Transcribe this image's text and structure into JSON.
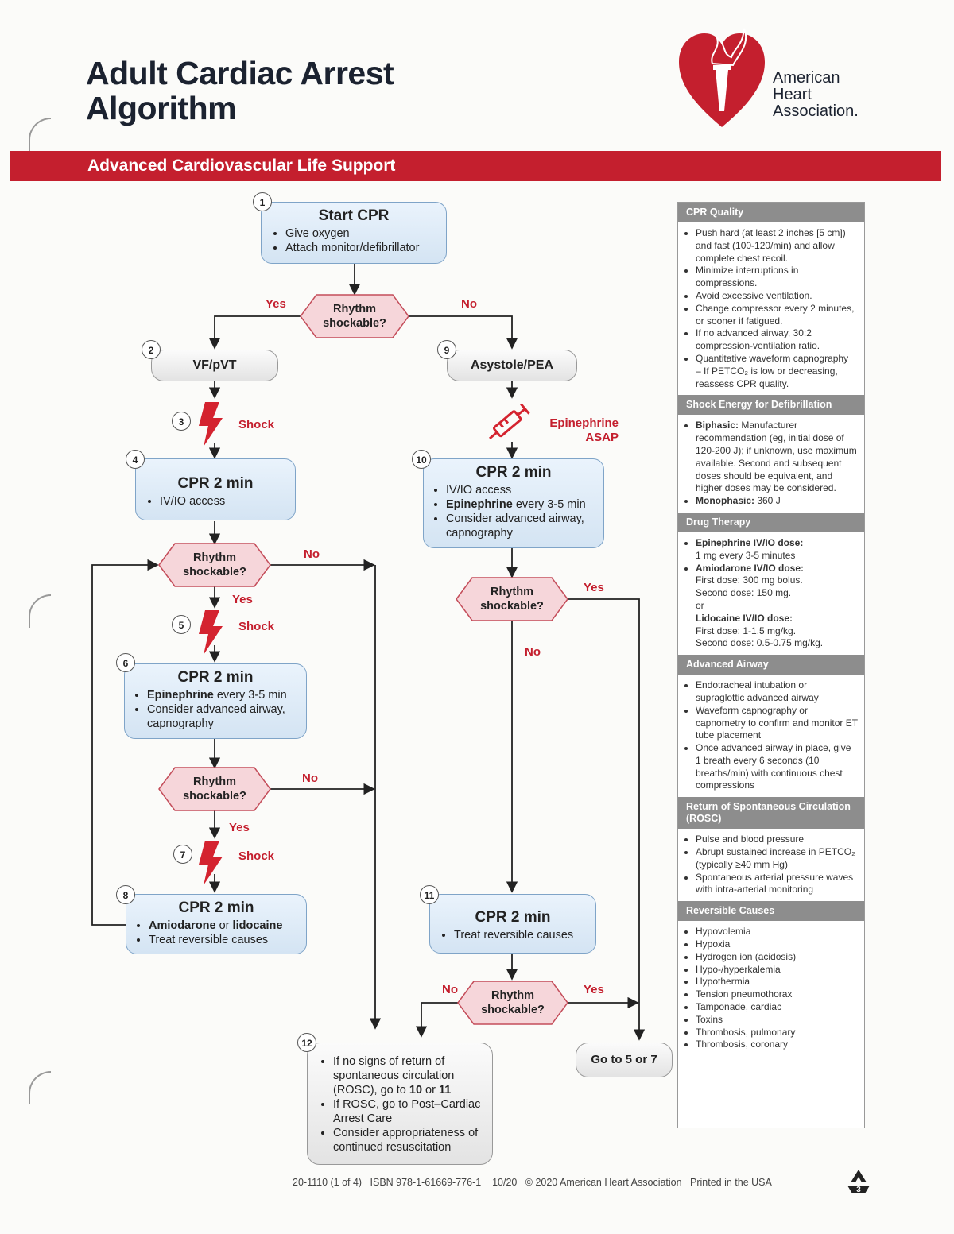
{
  "header": {
    "title_line1": "Adult Cardiac Arrest",
    "title_line2": "Algorithm",
    "banner": "Advanced Cardiovascular Life Support",
    "org_line1": "American",
    "org_line2": "Heart",
    "org_line3": "Association."
  },
  "colors": {
    "red": "#c41f2e",
    "blue_box": "#d4e4f3",
    "gray_header": "#8d8d8d"
  },
  "flow": {
    "n1": {
      "num": "1",
      "title": "Start CPR",
      "items": [
        "Give oxygen",
        "Attach monitor/defibrillator"
      ]
    },
    "d_top": {
      "text1": "Rhythm",
      "text2": "shockable?",
      "yes": "Yes",
      "no": "No"
    },
    "n2": {
      "num": "2",
      "title": "VF/pVT"
    },
    "n3": {
      "num": "3",
      "label": "Shock"
    },
    "n4": {
      "num": "4",
      "title": "CPR 2 min",
      "items": [
        "IV/IO access"
      ]
    },
    "d_a": {
      "text1": "Rhythm",
      "text2": "shockable?",
      "yes": "Yes",
      "no": "No"
    },
    "n5": {
      "num": "5",
      "label": "Shock"
    },
    "n6": {
      "num": "6",
      "title": "CPR 2 min",
      "item1_bold": "Epinephrine",
      "item1_rest": " every 3-5 min",
      "item2": "Consider advanced airway, capnography"
    },
    "d_b": {
      "text1": "Rhythm",
      "text2": "shockable?",
      "yes": "Yes",
      "no": "No"
    },
    "n7": {
      "num": "7",
      "label": "Shock"
    },
    "n8": {
      "num": "8",
      "title": "CPR 2 min",
      "item1_b1": "Amiodarone",
      "item1_mid": " or ",
      "item1_b2": "lidocaine",
      "item2": "Treat reversible causes"
    },
    "n9": {
      "num": "9",
      "title": "Asystole/PEA"
    },
    "epi": {
      "line1": "Epinephrine",
      "line2": "ASAP"
    },
    "n10": {
      "num": "10",
      "title": "CPR 2 min",
      "item1": "IV/IO access",
      "item2_bold": "Epinephrine",
      "item2_rest": " every 3-5 min",
      "item3": "Consider advanced airway, capnography"
    },
    "d_c": {
      "text1": "Rhythm",
      "text2": "shockable?",
      "yes": "Yes",
      "no": "No"
    },
    "n11": {
      "num": "11",
      "title": "CPR 2 min",
      "items": [
        "Treat reversible causes"
      ]
    },
    "d_d": {
      "text1": "Rhythm",
      "text2": "shockable?",
      "yes": "Yes",
      "no": "No"
    },
    "n12": {
      "num": "12",
      "i1a": "If no signs of return of spontaneous circulation (ROSC), go to ",
      "i1b": "10",
      "i1c": " or ",
      "i1d": "11",
      "i2": "If ROSC, go to Post–Cardiac Arrest Care",
      "i3": "Consider appropriateness of continued resuscitation"
    },
    "goto": {
      "text": "Go to 5 or 7"
    }
  },
  "sidebar": {
    "cpr_quality": {
      "title": "CPR Quality",
      "items": [
        "Push hard (at least 2 inches [5 cm]) and fast (100-120/min) and allow complete chest recoil.",
        "Minimize interruptions in compressions.",
        "Avoid excessive ventilation.",
        "Change compressor every 2 minutes, or sooner if fatigued.",
        "If no advanced airway, 30:2 compression-ventilation ratio.",
        "Quantitative waveform capnography"
      ],
      "sub": "– If PETCO₂ is low or decreasing, reassess CPR quality."
    },
    "shock_energy": {
      "title": "Shock Energy for Defibrillation",
      "b1": "Biphasic:",
      "t1": " Manufacturer recommendation (eg, initial dose of 120-200 J); if unknown, use maximum available. Second and subsequent doses should be equivalent, and higher doses may be considered.",
      "b2": "Monophasic:",
      "t2": " 360 J"
    },
    "drug_therapy": {
      "title": "Drug Therapy",
      "b1": "Epinephrine IV/IO dose:",
      "t1": "1 mg every 3-5 minutes",
      "b2": "Amiodarone IV/IO dose:",
      "t2a": "First dose: 300 mg bolus.",
      "t2b": "Second dose: 150 mg.",
      "or": "or",
      "b3": "Lidocaine IV/IO dose:",
      "t3a": "First dose: 1-1.5 mg/kg.",
      "t3b": "Second dose: 0.5-0.75 mg/kg."
    },
    "advanced_airway": {
      "title": "Advanced Airway",
      "items": [
        "Endotracheal intubation or supraglottic advanced airway",
        "Waveform capnography or capnometry to confirm and monitor ET tube placement",
        "Once advanced airway in place, give 1 breath every 6 seconds (10 breaths/min) with continuous chest compressions"
      ]
    },
    "rosc": {
      "title": "Return of Spontaneous Circulation (ROSC)",
      "items": [
        "Pulse and blood pressure",
        "Abrupt sustained increase in PETCO₂ (typically ≥40 mm Hg)",
        "Spontaneous arterial pressure waves with intra-arterial monitoring"
      ]
    },
    "reversible": {
      "title": "Reversible Causes",
      "items": [
        "Hypovolemia",
        "Hypoxia",
        "Hydrogen ion (acidosis)",
        "Hypo-/hyperkalemia",
        "Hypothermia",
        "Tension pneumothorax",
        "Tamponade, cardiac",
        "Toxins",
        "Thrombosis, pulmonary",
        "Thrombosis, coronary"
      ]
    }
  },
  "footer": "20-1110 (1 of 4)   ISBN 978-1-61669-776-1    10/20   © 2020 American Heart Association   Printed in the USA"
}
